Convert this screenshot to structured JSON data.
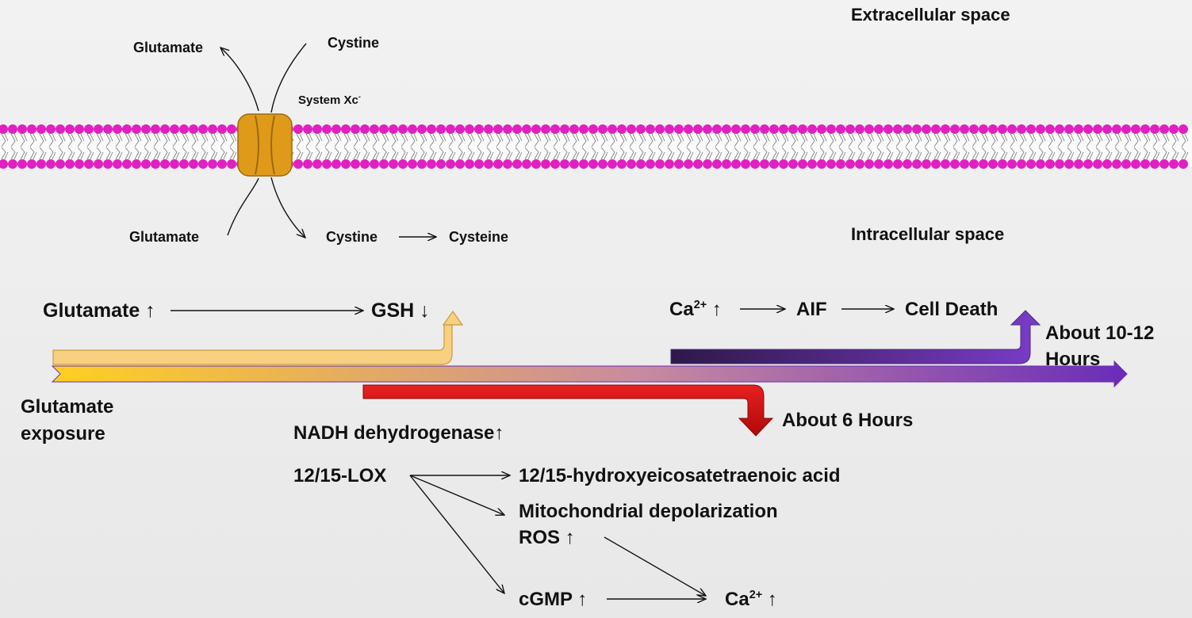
{
  "regions": {
    "extracellular": "Extracellular space",
    "intracellular": "Intracellular space"
  },
  "transporter": {
    "name_main": "System Xc",
    "name_sup": "-",
    "glutamate_out": "Glutamate",
    "cystine_in": "Cystine",
    "glutamate_in": "Glutamate",
    "cystine_cytosol": "Cystine",
    "cysteine": "Cysteine"
  },
  "timeline": {
    "exposure": "Glutamate\nexposure",
    "label_6h": "About 6 Hours",
    "label_10_12h": "About 10-12\nHours"
  },
  "early": {
    "glutamate_up": "Glutamate ↑",
    "gsh_down": "GSH ↓"
  },
  "late": {
    "ca_main": "Ca",
    "ca_sup": "2+",
    "ca_arrow": " ↑",
    "aif": "AIF",
    "cell_death": "Cell Death"
  },
  "mid": {
    "nadh": "NADH dehydrogenase↑",
    "lox": "12/15-LOX",
    "hete": "12/15-hydroxyeicosatetraenoic acid",
    "mito": "Mitochondrial depolarization",
    "ros": "ROS ↑",
    "cgmp": "cGMP ↑",
    "ca_main": "Ca",
    "ca_sup": "2+",
    "ca_arrow": " ↑"
  },
  "colors": {
    "membrane_head": "#e020c0",
    "transporter": "#e09a1a",
    "early_arrow": "#f8d080",
    "late_arrow_start": "#2e1848",
    "late_arrow_end": "#7a3cc8",
    "six_hour_arrow": "#d01010",
    "timeline_start": "#ffd020",
    "timeline_end": "#7030c0"
  }
}
